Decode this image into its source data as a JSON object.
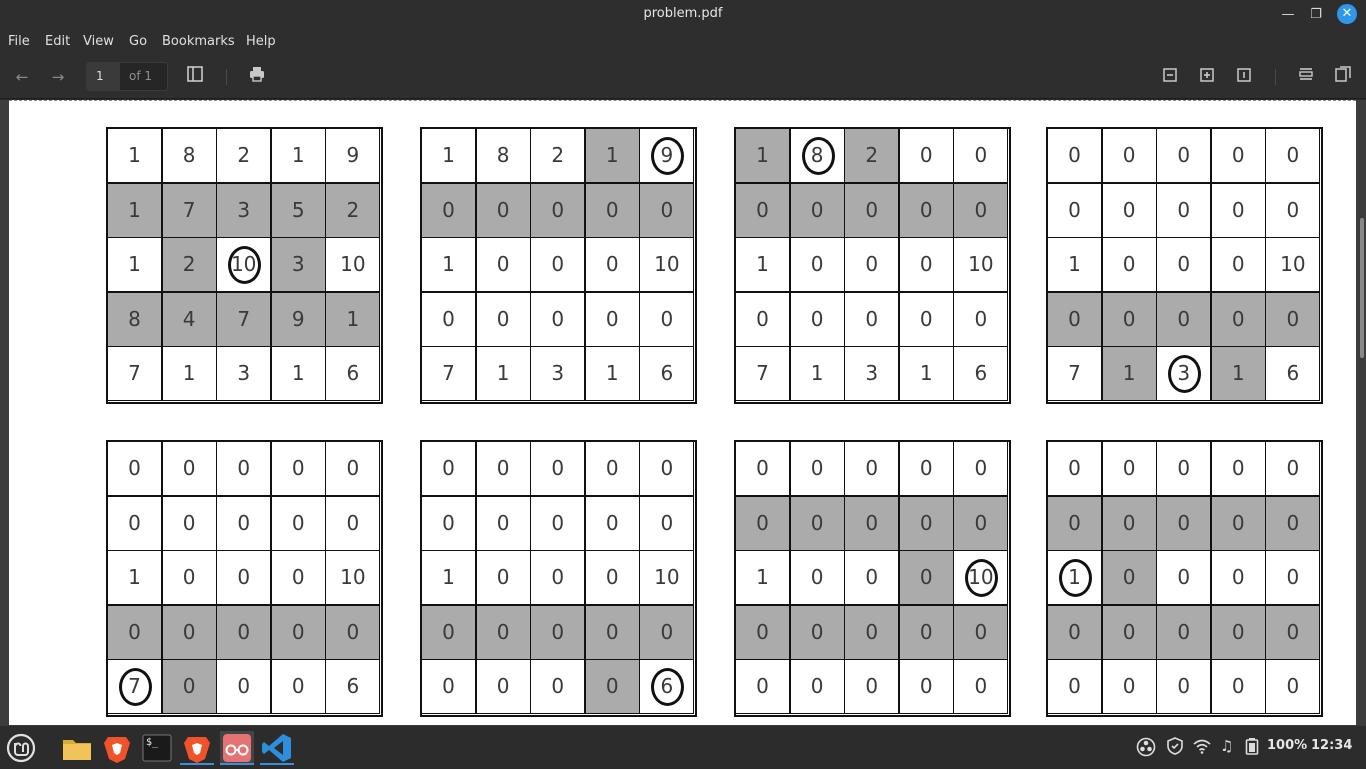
{
  "window": {
    "title": "problem.pdf",
    "minimize_icon": "minimize-icon",
    "maximize_icon": "restore-icon",
    "close_icon": "close-icon"
  },
  "menu": [
    "File",
    "Edit",
    "View",
    "Go",
    "Bookmarks",
    "Help"
  ],
  "toolbar": {
    "page_current": "1",
    "page_of": "of 1",
    "icons": [
      "back-arrow-icon",
      "forward-arrow-icon",
      "sidebar-toggle-icon",
      "print-icon",
      "zoom-out-icon",
      "zoom-in-icon",
      "fit-page-icon",
      "continuous-scroll-icon",
      "dual-page-icon"
    ]
  },
  "colors": {
    "shaded_cell": "#ababab",
    "grid_line": "#111111",
    "accent": "#2f97e8"
  },
  "grids": [
    {
      "cells": [
        [
          "1",
          "8",
          "2",
          "1",
          "9"
        ],
        [
          "1",
          "7",
          "3",
          "5",
          "2"
        ],
        [
          "1",
          "2",
          "10",
          "3",
          "10"
        ],
        [
          "8",
          "4",
          "7",
          "9",
          "1"
        ],
        [
          "7",
          "1",
          "3",
          "1",
          "6"
        ]
      ],
      "shaded": [
        [
          0,
          0,
          0,
          0,
          0
        ],
        [
          1,
          1,
          1,
          1,
          1
        ],
        [
          0,
          1,
          0,
          1,
          0
        ],
        [
          1,
          1,
          1,
          1,
          1
        ],
        [
          0,
          0,
          0,
          0,
          0
        ]
      ],
      "circled": [
        2,
        2
      ]
    },
    {
      "cells": [
        [
          "1",
          "8",
          "2",
          "1",
          "9"
        ],
        [
          "0",
          "0",
          "0",
          "0",
          "0"
        ],
        [
          "1",
          "0",
          "0",
          "0",
          "10"
        ],
        [
          "0",
          "0",
          "0",
          "0",
          "0"
        ],
        [
          "7",
          "1",
          "3",
          "1",
          "6"
        ]
      ],
      "shaded": [
        [
          0,
          0,
          0,
          1,
          0
        ],
        [
          1,
          1,
          1,
          1,
          1
        ],
        [
          0,
          0,
          0,
          0,
          0
        ],
        [
          0,
          0,
          0,
          0,
          0
        ],
        [
          0,
          0,
          0,
          0,
          0
        ]
      ],
      "circled": [
        0,
        4
      ]
    },
    {
      "cells": [
        [
          "1",
          "8",
          "2",
          "0",
          "0"
        ],
        [
          "0",
          "0",
          "0",
          "0",
          "0"
        ],
        [
          "1",
          "0",
          "0",
          "0",
          "10"
        ],
        [
          "0",
          "0",
          "0",
          "0",
          "0"
        ],
        [
          "7",
          "1",
          "3",
          "1",
          "6"
        ]
      ],
      "shaded": [
        [
          1,
          0,
          1,
          0,
          0
        ],
        [
          1,
          1,
          1,
          1,
          1
        ],
        [
          0,
          0,
          0,
          0,
          0
        ],
        [
          0,
          0,
          0,
          0,
          0
        ],
        [
          0,
          0,
          0,
          0,
          0
        ]
      ],
      "circled": [
        0,
        1
      ]
    },
    {
      "cells": [
        [
          "0",
          "0",
          "0",
          "0",
          "0"
        ],
        [
          "0",
          "0",
          "0",
          "0",
          "0"
        ],
        [
          "1",
          "0",
          "0",
          "0",
          "10"
        ],
        [
          "0",
          "0",
          "0",
          "0",
          "0"
        ],
        [
          "7",
          "1",
          "3",
          "1",
          "6"
        ]
      ],
      "shaded": [
        [
          0,
          0,
          0,
          0,
          0
        ],
        [
          0,
          0,
          0,
          0,
          0
        ],
        [
          0,
          0,
          0,
          0,
          0
        ],
        [
          1,
          1,
          1,
          1,
          1
        ],
        [
          0,
          1,
          0,
          1,
          0
        ]
      ],
      "circled": [
        4,
        2
      ]
    },
    {
      "cells": [
        [
          "0",
          "0",
          "0",
          "0",
          "0"
        ],
        [
          "0",
          "0",
          "0",
          "0",
          "0"
        ],
        [
          "1",
          "0",
          "0",
          "0",
          "10"
        ],
        [
          "0",
          "0",
          "0",
          "0",
          "0"
        ],
        [
          "7",
          "0",
          "0",
          "0",
          "6"
        ]
      ],
      "shaded": [
        [
          0,
          0,
          0,
          0,
          0
        ],
        [
          0,
          0,
          0,
          0,
          0
        ],
        [
          0,
          0,
          0,
          0,
          0
        ],
        [
          1,
          1,
          1,
          1,
          1
        ],
        [
          0,
          1,
          0,
          0,
          0
        ]
      ],
      "circled": [
        4,
        0
      ]
    },
    {
      "cells": [
        [
          "0",
          "0",
          "0",
          "0",
          "0"
        ],
        [
          "0",
          "0",
          "0",
          "0",
          "0"
        ],
        [
          "1",
          "0",
          "0",
          "0",
          "10"
        ],
        [
          "0",
          "0",
          "0",
          "0",
          "0"
        ],
        [
          "0",
          "0",
          "0",
          "0",
          "6"
        ]
      ],
      "shaded": [
        [
          0,
          0,
          0,
          0,
          0
        ],
        [
          0,
          0,
          0,
          0,
          0
        ],
        [
          0,
          0,
          0,
          0,
          0
        ],
        [
          1,
          1,
          1,
          1,
          1
        ],
        [
          0,
          0,
          0,
          1,
          0
        ]
      ],
      "circled": [
        4,
        4
      ]
    },
    {
      "cells": [
        [
          "0",
          "0",
          "0",
          "0",
          "0"
        ],
        [
          "0",
          "0",
          "0",
          "0",
          "0"
        ],
        [
          "1",
          "0",
          "0",
          "0",
          "10"
        ],
        [
          "0",
          "0",
          "0",
          "0",
          "0"
        ],
        [
          "0",
          "0",
          "0",
          "0",
          "0"
        ]
      ],
      "shaded": [
        [
          0,
          0,
          0,
          0,
          0
        ],
        [
          1,
          1,
          1,
          1,
          1
        ],
        [
          0,
          0,
          0,
          1,
          0
        ],
        [
          1,
          1,
          1,
          1,
          1
        ],
        [
          0,
          0,
          0,
          0,
          0
        ]
      ],
      "circled": [
        2,
        4
      ]
    },
    {
      "cells": [
        [
          "0",
          "0",
          "0",
          "0",
          "0"
        ],
        [
          "0",
          "0",
          "0",
          "0",
          "0"
        ],
        [
          "1",
          "0",
          "0",
          "0",
          "0"
        ],
        [
          "0",
          "0",
          "0",
          "0",
          "0"
        ],
        [
          "0",
          "0",
          "0",
          "0",
          "0"
        ]
      ],
      "shaded": [
        [
          0,
          0,
          0,
          0,
          0
        ],
        [
          1,
          1,
          1,
          1,
          1
        ],
        [
          0,
          1,
          0,
          0,
          0
        ],
        [
          1,
          1,
          1,
          1,
          1
        ],
        [
          0,
          0,
          0,
          0,
          0
        ]
      ],
      "circled": [
        2,
        0
      ]
    }
  ],
  "taskbar": {
    "apps": [
      "mint-menu-icon",
      "files-icon",
      "brave-browser-icon",
      "terminal-icon",
      "brave-browser-icon",
      "document-viewer-icon",
      "vscode-icon"
    ],
    "terminal_glyph": "$_",
    "battery": "100%",
    "clock": "12:34",
    "tray_icons": [
      "obs-icon",
      "shield-icon",
      "wifi-icon",
      "music-icon",
      "battery-icon"
    ]
  }
}
